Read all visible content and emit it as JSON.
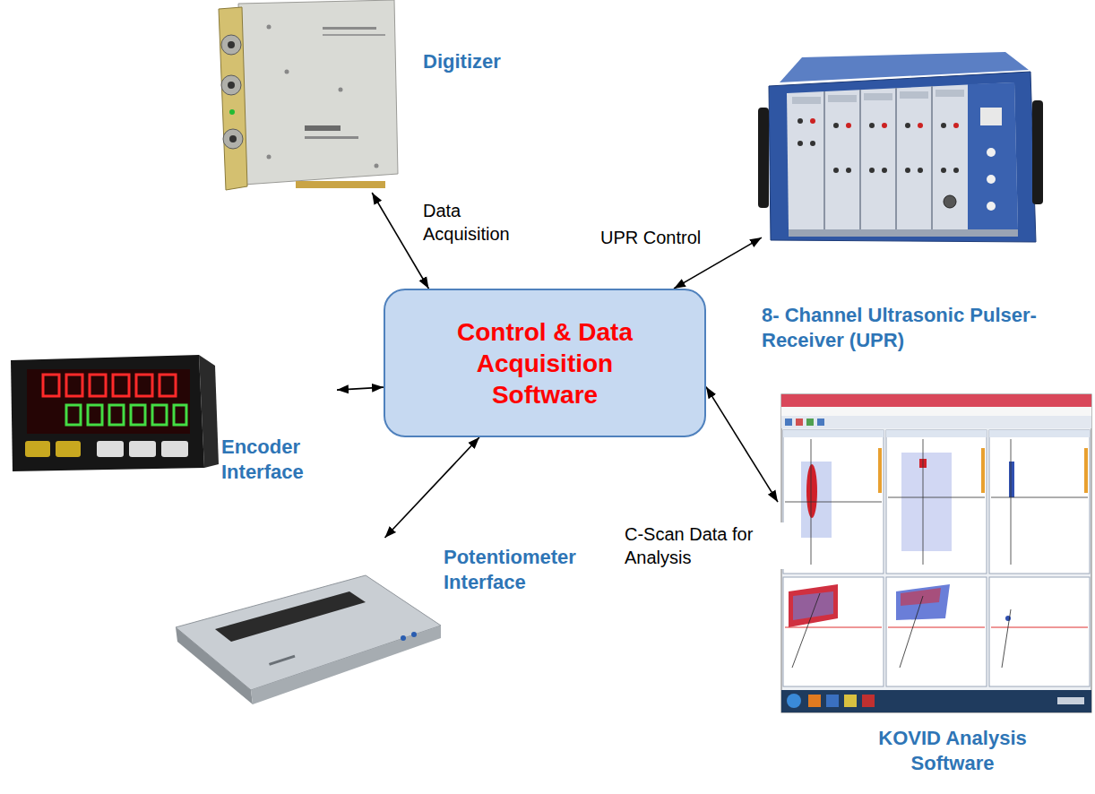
{
  "diagram": {
    "nodes": [
      {
        "text": [
          "Digitizer"
        ]
      },
      {
        "text": [
          "8- Channel Ultrasonic Pulser-Receiver (UPR)"
        ]
      },
      {
        "text": [
          "Control & Data Acquisition Software"
        ]
      },
      {
        "text": [
          "Encoder Interface"
        ]
      },
      {
        "text": [
          "Potentiometer Interface"
        ]
      },
      {
        "text": [
          "KOVID Analysis Software"
        ]
      }
    ],
    "edges": [
      {
        "from": 0,
        "to": 2,
        "label": "Data Acquisition",
        "arrow": "both"
      },
      {
        "from": 1,
        "to": 2,
        "label": "UPR Control",
        "arrow": "both"
      },
      {
        "from": 3,
        "to": 2,
        "arrow": "both"
      },
      {
        "from": 4,
        "to": 2,
        "arrow": "both"
      },
      {
        "from": 5,
        "to": 2,
        "label": "C-Scan Data for Analysis",
        "arrow": "both"
      }
    ]
  }
}
